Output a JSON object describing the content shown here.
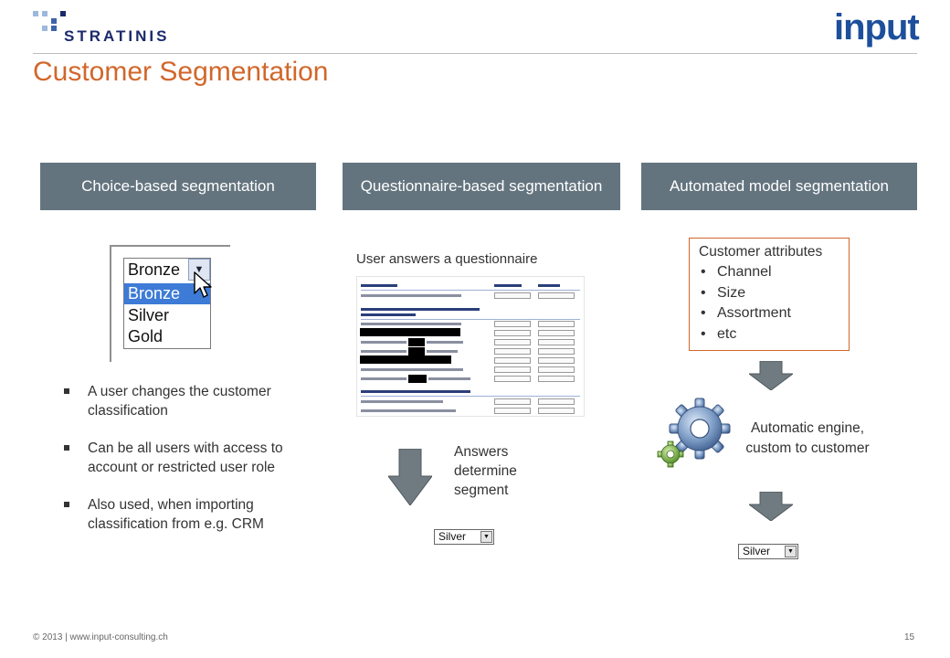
{
  "header": {
    "brand": "STRATINIS",
    "input_logo": "input",
    "title": "Customer Segmentation"
  },
  "columns": [
    {
      "heading": "Choice-based segmentation"
    },
    {
      "heading": "Questionnaire-based segmentation"
    },
    {
      "heading": "Automated model segmentation"
    }
  ],
  "choice": {
    "dropdown": {
      "selected": "Bronze",
      "options": [
        "Bronze",
        "Silver",
        "Gold"
      ],
      "highlighted_option": "Bronze"
    },
    "bullets": [
      "A user changes the customer classification",
      "Can be all users with access to account or restricted user role",
      "Also used, when importing classification from e.g. CRM"
    ]
  },
  "questionnaire": {
    "caption": "User answers a questionnaire",
    "answers_text_lines": [
      "Answers",
      "determine",
      "segment"
    ],
    "result_select": "Silver"
  },
  "automated": {
    "attributes_title": "Customer attributes",
    "attributes": [
      "Channel",
      "Size",
      "Assortment",
      "etc"
    ],
    "engine_text": "Automatic engine, custom to customer",
    "result_select": "Silver"
  },
  "footer": {
    "copyright": "© 2013 | www.input-consulting.ch",
    "page_number": "15"
  },
  "colors": {
    "title_orange": "#d1672b",
    "header_gray": "#64747f",
    "brand_navy": "#1b2a6b",
    "input_blue": "#1d4f9c",
    "arrow_gray": "#6f7b80"
  }
}
